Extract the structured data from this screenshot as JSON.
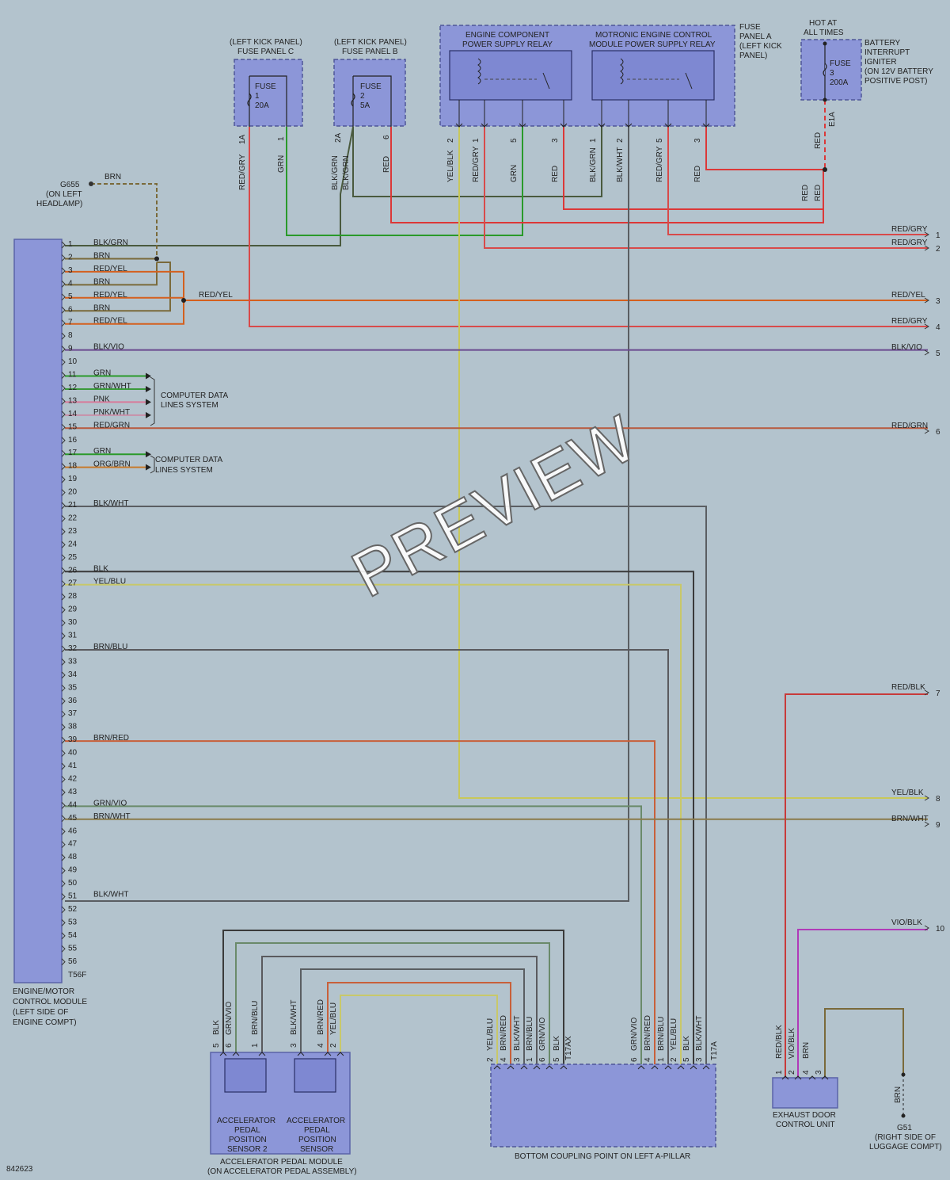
{
  "watermark": "PREVIEW",
  "diagram_id": "842623",
  "colors": {
    "BLK/GRN": "#4a5a3e",
    "BRN": "#7a6a3a",
    "RED/YEL": "#d4601e",
    "BLK/VIO": "#6a4a8e",
    "GRN": "#2a9a2a",
    "GRN/WHT": "#3a9a3a",
    "PNK": "#d87a9a",
    "PNK/WHT": "#c890a8",
    "RED/GRN": "#b85a3e",
    "ORG/BRN": "#c87a2a",
    "BLK/WHT": "#5a5e62",
    "BLK": "#3a3a3a",
    "YEL/BLU": "#c8c86a",
    "BRN/BLU": "#5a5a5e",
    "BRN/RED": "#c8603a",
    "GRN/VIO": "#6a8a6a",
    "BRN/WHT": "#8a7a4a",
    "RED/GRY": "#d84a4a",
    "RED": "#dc3838",
    "YEL/BLK": "#c8c85a",
    "RED/BLK": "#c83a3a",
    "VIO/BLK": "#b03ab8"
  },
  "components": {
    "g655": {
      "name": "G655",
      "loc": "(ON LEFT",
      "loc2": "HEADLAMP)",
      "wire": "BRN"
    },
    "fuse_c": {
      "t1": "(LEFT KICK PANEL)",
      "t2": "FUSE PANEL C",
      "fuse": "FUSE",
      "num": "1",
      "amp": "20A",
      "pinA": "1A",
      "pinB": "1",
      "wireA": "RED/GRY",
      "wireB": "GRN"
    },
    "fuse_b": {
      "t1": "(LEFT KICK PANEL)",
      "t2": "FUSE PANEL B",
      "fuse": "FUSE",
      "num": "2",
      "amp": "5A",
      "pinA": "2A",
      "pinB": "6",
      "wireA": "BLK/GRN",
      "wireA2": "BLK/GRN",
      "wireB": "RED"
    },
    "relay1": {
      "t1": "ENGINE COMPONENT",
      "t2": "POWER SUPPLY RELAY",
      "pins": [
        {
          "p": "2",
          "w": "YEL/BLK"
        },
        {
          "p": "1",
          "w": "RED/GRY"
        },
        {
          "p": "5",
          "w": "GRN"
        },
        {
          "p": "3",
          "w": "RED"
        }
      ]
    },
    "relay2": {
      "t1": "MOTRONIC ENGINE CONTROL",
      "t2": "MODULE POWER SUPPLY RELAY",
      "pins": [
        {
          "p": "1",
          "w": "BLK/GRN"
        },
        {
          "p": "2",
          "w": "BLK/WHT"
        },
        {
          "p": "5",
          "w": "RED/GRY"
        },
        {
          "p": "3",
          "w": "RED"
        }
      ]
    },
    "fuse_panel_a": {
      "l1": "FUSE",
      "l2": "PANEL A",
      "l3": "(LEFT KICK",
      "l4": "PANEL)"
    },
    "battery": {
      "h1": "HOT AT",
      "h2": "ALL TIMES",
      "fuse": "FUSE",
      "num": "3",
      "amp": "200A",
      "l1": "BATTERY",
      "l2": "INTERRUPT",
      "l3": "IGNITER",
      "l4": "(ON 12V BATTERY",
      "l5": "POSITIVE POST)",
      "pin": "E1A",
      "wire": "RED",
      "w2": "RED",
      "w3": "RED"
    },
    "ecm": {
      "l1": "ENGINE/MOTOR",
      "l2": "CONTROL MODULE",
      "l3": "(LEFT SIDE OF",
      "l4": "ENGINE COMPT)",
      "conn": "T56F"
    },
    "data1": {
      "l1": "COMPUTER DATA",
      "l2": "LINES SYSTEM"
    },
    "data2": {
      "l1": "COMPUTER DATA",
      "l2": "LINES SYSTEM"
    },
    "junction_label": "RED/YEL",
    "accel": {
      "s2a": "ACCELERATOR",
      "s2b": "PEDAL",
      "s2c": "POSITION",
      "s2d": "SENSOR 2",
      "s1a": "ACCELERATOR",
      "s1b": "PEDAL",
      "s1c": "POSITION",
      "s1d": "SENSOR",
      "m1": "ACCELERATOR PEDAL MODULE",
      "m2": "(ON ACCELERATOR PEDAL ASSEMBLY)",
      "pins": [
        {
          "p": "5",
          "w": "BLK"
        },
        {
          "p": "6",
          "w": "GRN/VIO"
        },
        {
          "p": "1",
          "w": "BRN/BLU"
        },
        {
          "p": "3",
          "w": "BLK/WHT"
        },
        {
          "p": "4",
          "w": "BRN/RED"
        },
        {
          "p": "2",
          "w": "YEL/BLU"
        }
      ]
    },
    "coupling": {
      "label": "BOTTOM COUPLING POINT ON LEFT A-PILLAR",
      "connA": "T17AX",
      "connB": "T17A",
      "pinsA": [
        {
          "p": "2",
          "w": "YEL/BLU"
        },
        {
          "p": "4",
          "w": "BRN/RED"
        },
        {
          "p": "3",
          "w": "BLK/WHT"
        },
        {
          "p": "1",
          "w": "BRN/BLU"
        },
        {
          "p": "6",
          "w": "GRN/VIO"
        },
        {
          "p": "5",
          "w": "BLK"
        }
      ],
      "pinsB": [
        {
          "p": "6",
          "w": "GRN/VIO"
        },
        {
          "p": "4",
          "w": "BRN/RED"
        },
        {
          "p": "1",
          "w": "BRN/BLU"
        },
        {
          "p": "2",
          "w": "YEL/BLU"
        },
        {
          "p": "5",
          "w": "BLK"
        },
        {
          "p": "3",
          "w": "BLK/WHT"
        }
      ]
    },
    "exhaust": {
      "l1": "EXHAUST DOOR",
      "l2": "CONTROL UNIT",
      "pins": [
        {
          "p": "1",
          "w": "RED/BLK"
        },
        {
          "p": "2",
          "w": "VIO/BLK"
        },
        {
          "p": "4",
          "w": "BRN"
        },
        {
          "p": "3",
          "w": ""
        }
      ]
    },
    "g51": {
      "name": "G51",
      "l1": "(RIGHT SIDE OF",
      "l2": "LUGGAGE COMPT)",
      "wire": "BRN"
    }
  },
  "ecm_pins": [
    {
      "n": "1",
      "w": "BLK/GRN"
    },
    {
      "n": "2",
      "w": "BRN"
    },
    {
      "n": "3",
      "w": "RED/YEL"
    },
    {
      "n": "4",
      "w": "BRN"
    },
    {
      "n": "5",
      "w": "RED/YEL"
    },
    {
      "n": "6",
      "w": "BRN"
    },
    {
      "n": "7",
      "w": "RED/YEL"
    },
    {
      "n": "8",
      "w": ""
    },
    {
      "n": "9",
      "w": "BLK/VIO"
    },
    {
      "n": "10",
      "w": ""
    },
    {
      "n": "11",
      "w": "GRN"
    },
    {
      "n": "12",
      "w": "GRN/WHT"
    },
    {
      "n": "13",
      "w": "PNK"
    },
    {
      "n": "14",
      "w": "PNK/WHT"
    },
    {
      "n": "15",
      "w": "RED/GRN"
    },
    {
      "n": "16",
      "w": ""
    },
    {
      "n": "17",
      "w": "GRN"
    },
    {
      "n": "18",
      "w": "ORG/BRN"
    },
    {
      "n": "19",
      "w": ""
    },
    {
      "n": "20",
      "w": ""
    },
    {
      "n": "21",
      "w": "BLK/WHT"
    },
    {
      "n": "22",
      "w": ""
    },
    {
      "n": "23",
      "w": ""
    },
    {
      "n": "24",
      "w": ""
    },
    {
      "n": "25",
      "w": ""
    },
    {
      "n": "26",
      "w": "BLK"
    },
    {
      "n": "27",
      "w": "YEL/BLU"
    },
    {
      "n": "28",
      "w": ""
    },
    {
      "n": "29",
      "w": ""
    },
    {
      "n": "30",
      "w": ""
    },
    {
      "n": "31",
      "w": ""
    },
    {
      "n": "32",
      "w": "BRN/BLU"
    },
    {
      "n": "33",
      "w": ""
    },
    {
      "n": "34",
      "w": ""
    },
    {
      "n": "35",
      "w": ""
    },
    {
      "n": "36",
      "w": ""
    },
    {
      "n": "37",
      "w": ""
    },
    {
      "n": "38",
      "w": ""
    },
    {
      "n": "39",
      "w": "BRN/RED"
    },
    {
      "n": "40",
      "w": ""
    },
    {
      "n": "41",
      "w": ""
    },
    {
      "n": "42",
      "w": ""
    },
    {
      "n": "43",
      "w": ""
    },
    {
      "n": "44",
      "w": "GRN/VIO"
    },
    {
      "n": "45",
      "w": "BRN/WHT"
    },
    {
      "n": "46",
      "w": ""
    },
    {
      "n": "47",
      "w": ""
    },
    {
      "n": "48",
      "w": ""
    },
    {
      "n": "49",
      "w": ""
    },
    {
      "n": "50",
      "w": ""
    },
    {
      "n": "51",
      "w": "BLK/WHT"
    },
    {
      "n": "52",
      "w": ""
    },
    {
      "n": "53",
      "w": ""
    },
    {
      "n": "54",
      "w": ""
    },
    {
      "n": "55",
      "w": ""
    },
    {
      "n": "56",
      "w": ""
    }
  ],
  "right_refs": [
    {
      "n": "1",
      "w": "RED/GRY"
    },
    {
      "n": "2",
      "w": "RED/GRY"
    },
    {
      "n": "3",
      "w": "RED/YEL"
    },
    {
      "n": "4",
      "w": "RED/GRY"
    },
    {
      "n": "5",
      "w": "BLK/VIO"
    },
    {
      "n": "6",
      "w": "RED/GRN"
    },
    {
      "n": "7",
      "w": "RED/BLK"
    },
    {
      "n": "8",
      "w": "YEL/BLK"
    },
    {
      "n": "9",
      "w": "BRN/WHT"
    },
    {
      "n": "10",
      "w": "VIO/BLK"
    }
  ]
}
